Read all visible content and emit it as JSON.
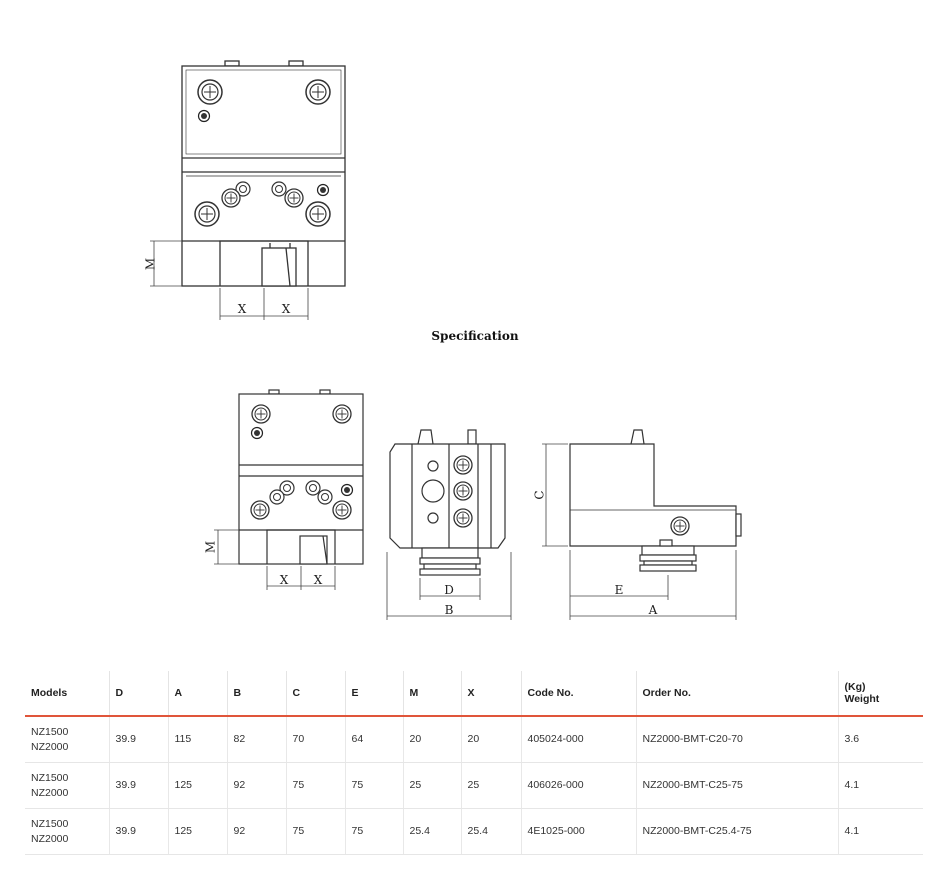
{
  "spec_title": "Specification",
  "dimension_labels": {
    "top_view": {
      "m": "M",
      "x_left": "X",
      "x_right": "X"
    },
    "front_view": {
      "m": "M",
      "x_left": "X",
      "x_right": "X"
    },
    "side_view": {
      "d": "D",
      "b": "B"
    },
    "end_view": {
      "c": "C",
      "e": "E",
      "a": "A"
    }
  },
  "table": {
    "headers": {
      "models": "Models",
      "d": "D",
      "a": "A",
      "b": "B",
      "c": "C",
      "e": "E",
      "m": "M",
      "x": "X",
      "code": "Code No.",
      "order": "Order No.",
      "weight_unit": "(Kg)",
      "weight": "Weight"
    },
    "rows": [
      {
        "model_1": "NZ1500",
        "model_2": "NZ2000",
        "d": "39.9",
        "a": "115",
        "b": "82",
        "c": "70",
        "e": "64",
        "m": "20",
        "x": "20",
        "code": "405024-000",
        "order": "NZ2000-BMT-C20-70",
        "weight": "3.6"
      },
      {
        "model_1": "NZ1500",
        "model_2": "NZ2000",
        "d": "39.9",
        "a": "125",
        "b": "92",
        "c": "75",
        "e": "75",
        "m": "25",
        "x": "25",
        "code": "406026-000",
        "order": "NZ2000-BMT-C25-75",
        "weight": "4.1"
      },
      {
        "model_1": "NZ1500",
        "model_2": "NZ2000",
        "d": "39.9",
        "a": "125",
        "b": "92",
        "c": "75",
        "e": "75",
        "m": "25.4",
        "x": "25.4",
        "code": "4E1025-000",
        "order": "NZ2000-BMT-C25.4-75",
        "weight": "4.1"
      }
    ]
  }
}
